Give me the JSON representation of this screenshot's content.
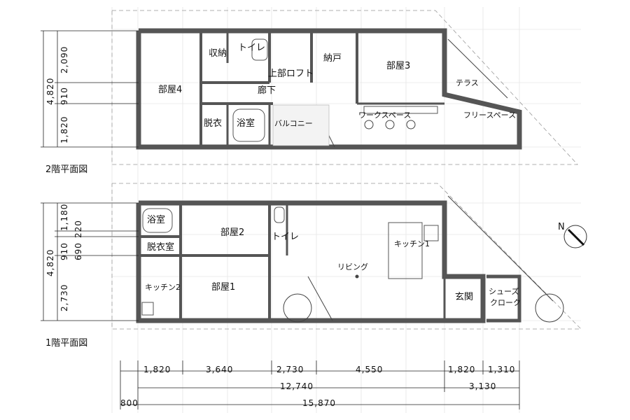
{
  "plan_2f": {
    "title": "2階平面図",
    "rooms": [
      "収納",
      "トイレ",
      "上部ロフト",
      "納戸",
      "部屋3",
      "部屋4",
      "廊下",
      "テラス",
      "脱衣",
      "浴室",
      "バルコニー",
      "ワークスペース",
      "フリースペース"
    ],
    "dims_vertical": [
      "2,090",
      "910",
      "1,820"
    ],
    "dim_total_vertical": "4,820"
  },
  "plan_1f": {
    "title": "1階平面図",
    "rooms": [
      "浴室",
      "部屋2",
      "トイレ",
      "脱衣室",
      "キッチン1",
      "リビング",
      "キッチン2",
      "部屋1",
      "玄関",
      "シューズ",
      "クローク"
    ],
    "dims_vertical": [
      "1,180",
      "220",
      "690",
      "910",
      "2,730"
    ],
    "dim_total_vertical": "4,820"
  },
  "dims_bottom": {
    "row1": [
      "1,820",
      "3,640",
      "2,730",
      "4,550",
      "1,820",
      "1,310"
    ],
    "row2": [
      "12,740",
      "3,130"
    ],
    "row3": [
      "800",
      "15,870"
    ]
  },
  "north_label": "N"
}
